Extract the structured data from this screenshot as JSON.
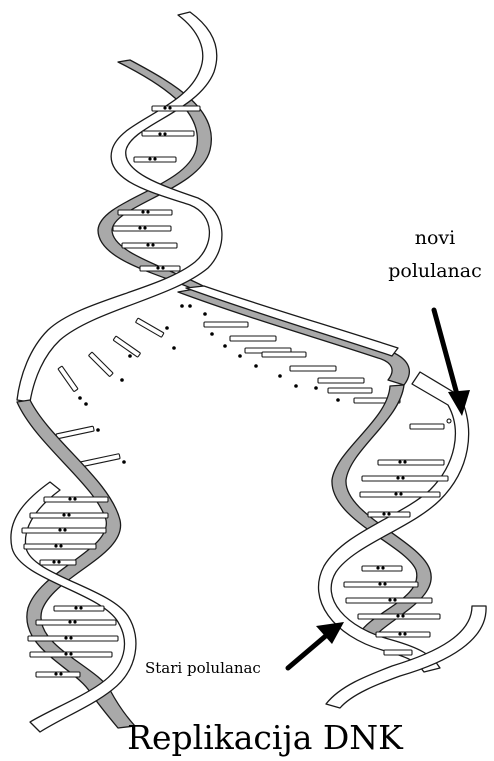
{
  "labels": {
    "new_strand_line1": "novi",
    "new_strand_line2": "polulanac",
    "old_strand": "Stari polulanac",
    "title": "Replikacija DNK"
  },
  "colors": {
    "back_strand": "#a9a9a9",
    "front_strand": "#ffffff",
    "outline": "#1a1a1a",
    "arrow": "#000000"
  },
  "icons": {
    "arrow_new": "arrow-icon",
    "arrow_old": "arrow-icon"
  }
}
